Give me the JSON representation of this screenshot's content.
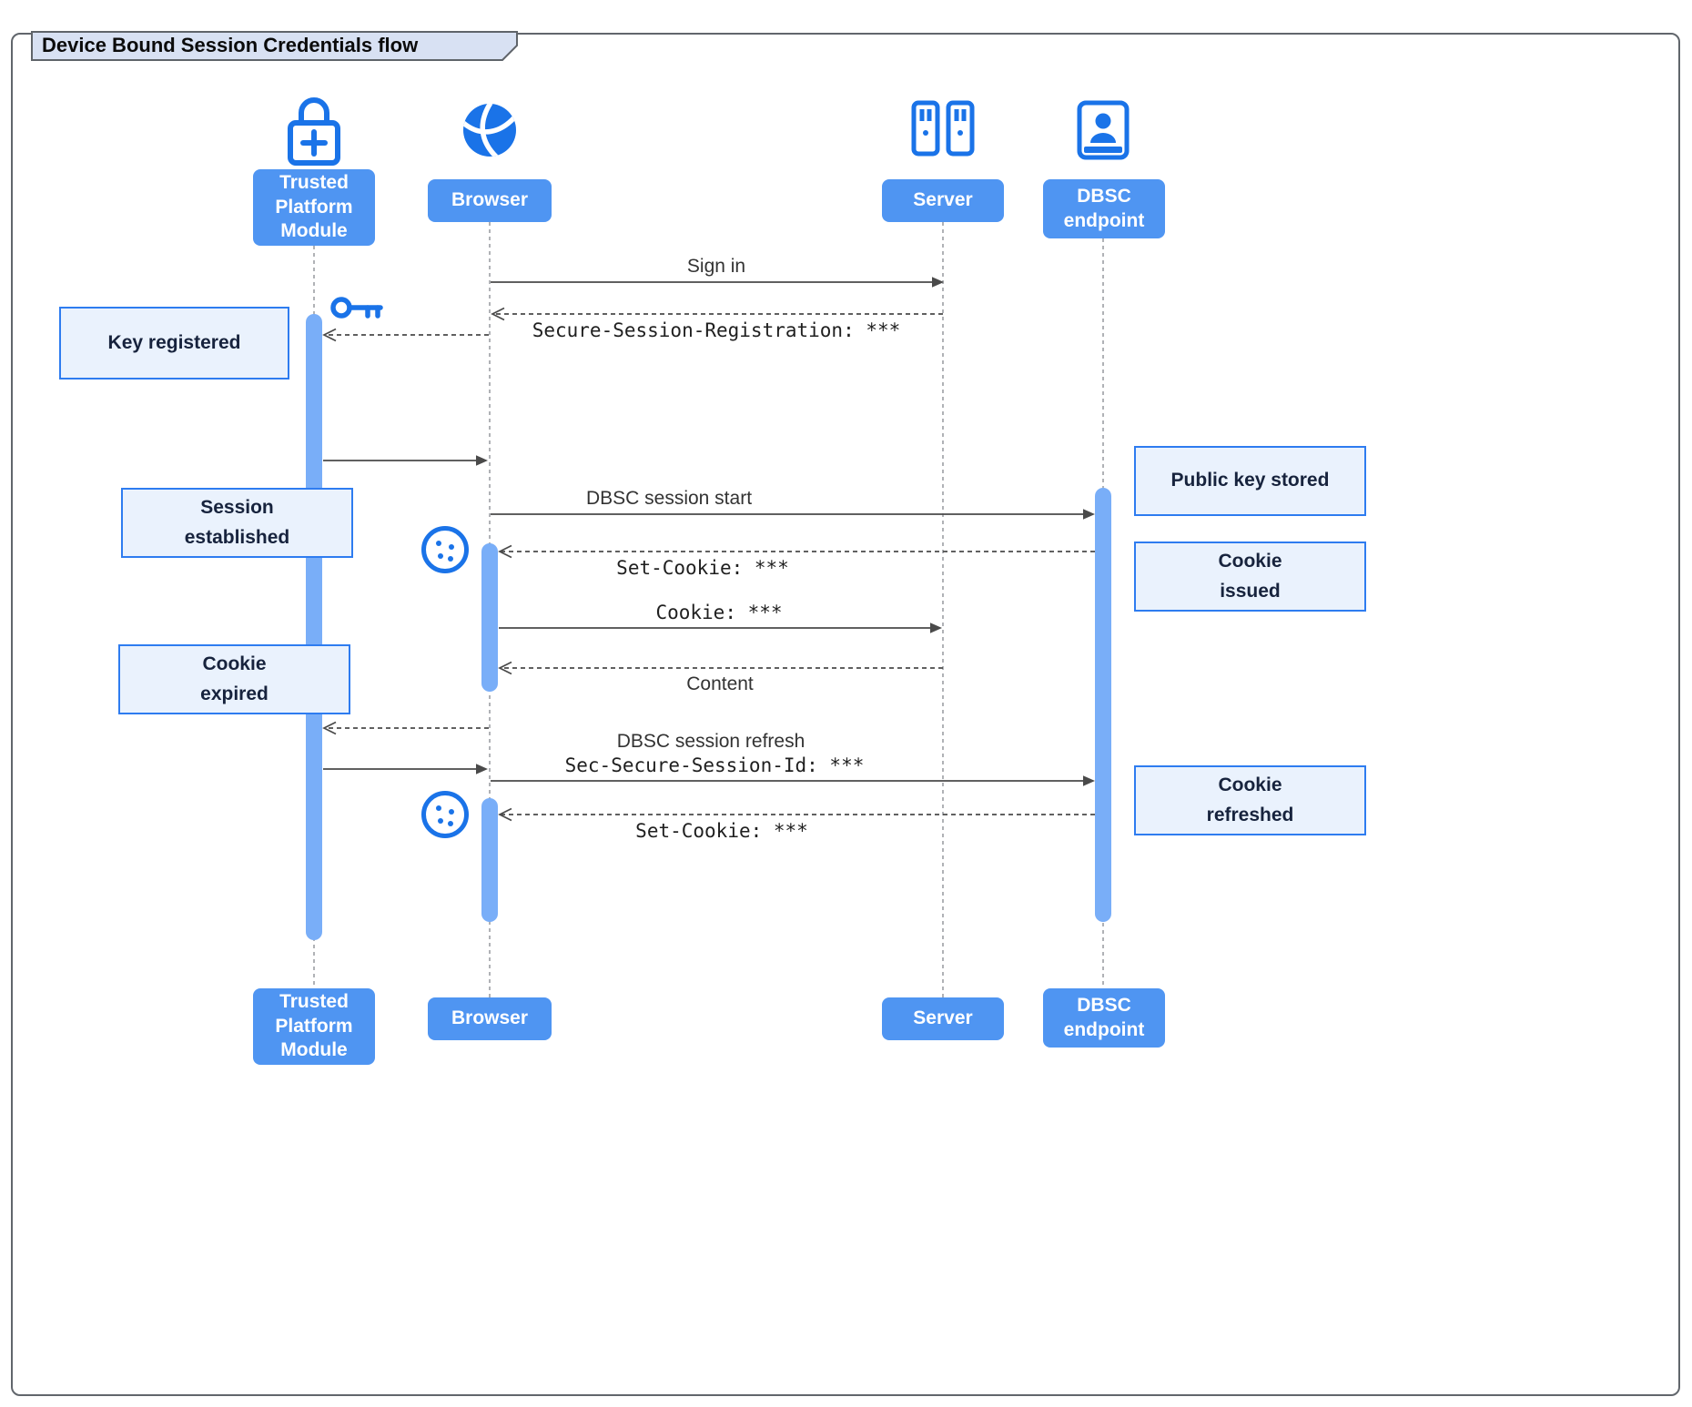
{
  "title": "Device Bound Session Credentials flow",
  "actors": {
    "tpm": {
      "label": "Trusted\nPlatform\nModule",
      "icon": "lock-plus-icon"
    },
    "browser": {
      "label": "Browser",
      "icon": "globe-icon"
    },
    "server": {
      "label": "Server",
      "icon": "server-rack-icon"
    },
    "dbsc": {
      "label": "DBSC\nendpoint",
      "icon": "id-badge-icon"
    }
  },
  "messages": {
    "sign_in": "Sign in",
    "secure_session_registration": "Secure-Session-Registration: ***",
    "dbsc_session_start": "DBSC session start",
    "set_cookie_1": "Set-Cookie: ***",
    "cookie": "Cookie: ***",
    "content": "Content",
    "dbsc_session_refresh": "DBSC session refresh",
    "sec_secure_session_id": "Sec-Secure-Session-Id: ***",
    "set_cookie_2": "Set-Cookie: ***"
  },
  "notes": {
    "key_registered": "Key registered",
    "session_established": "Session\nestablished",
    "public_key_stored": "Public key stored",
    "cookie_issued": "Cookie\nissued",
    "cookie_expired": "Cookie\nexpired",
    "cookie_refreshed": "Cookie\nrefreshed"
  },
  "colors": {
    "actor_box": "#4f95f2",
    "activation_bar": "#79aef8",
    "icon_blue": "#1a73e8",
    "note_fill": "#eaf2fd",
    "note_border": "#2e7cf0",
    "arrow": "#4a4a4a"
  }
}
